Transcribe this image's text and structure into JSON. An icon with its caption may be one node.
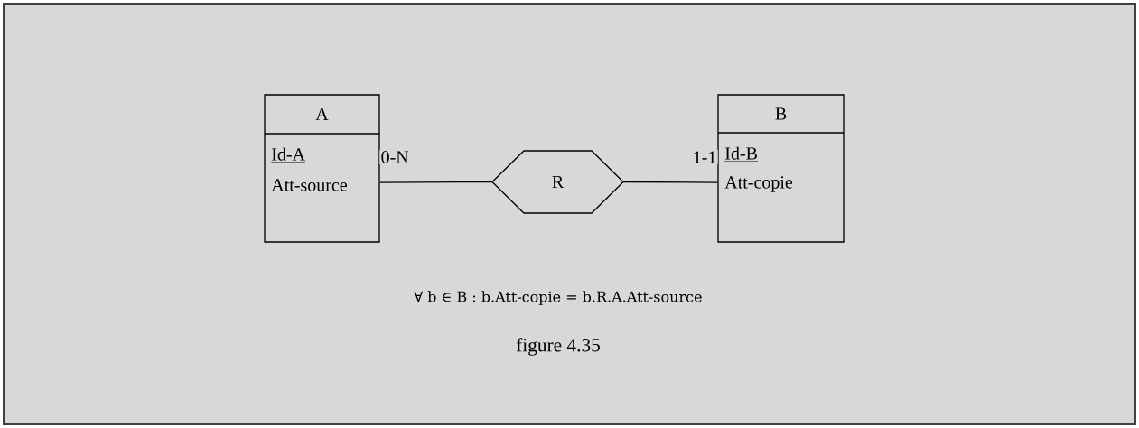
{
  "diagram": {
    "caption": "figure 4.35",
    "nodes": [
      {
        "text": [
          "A",
          "Id-A",
          "Att-source"
        ]
      },
      {
        "text": [
          "R"
        ]
      },
      {
        "text": [
          "B",
          "Id-B",
          "Att-copie"
        ]
      }
    ],
    "edges": [
      {
        "from": 0,
        "to": 1,
        "arrow": "none",
        "label": "0-N"
      },
      {
        "from": 1,
        "to": 2,
        "arrow": "none",
        "label": "1-1"
      }
    ],
    "labels": [
      "∀ b ∈ B : b.Att-copie = b.R.A.Att-source"
    ]
  }
}
